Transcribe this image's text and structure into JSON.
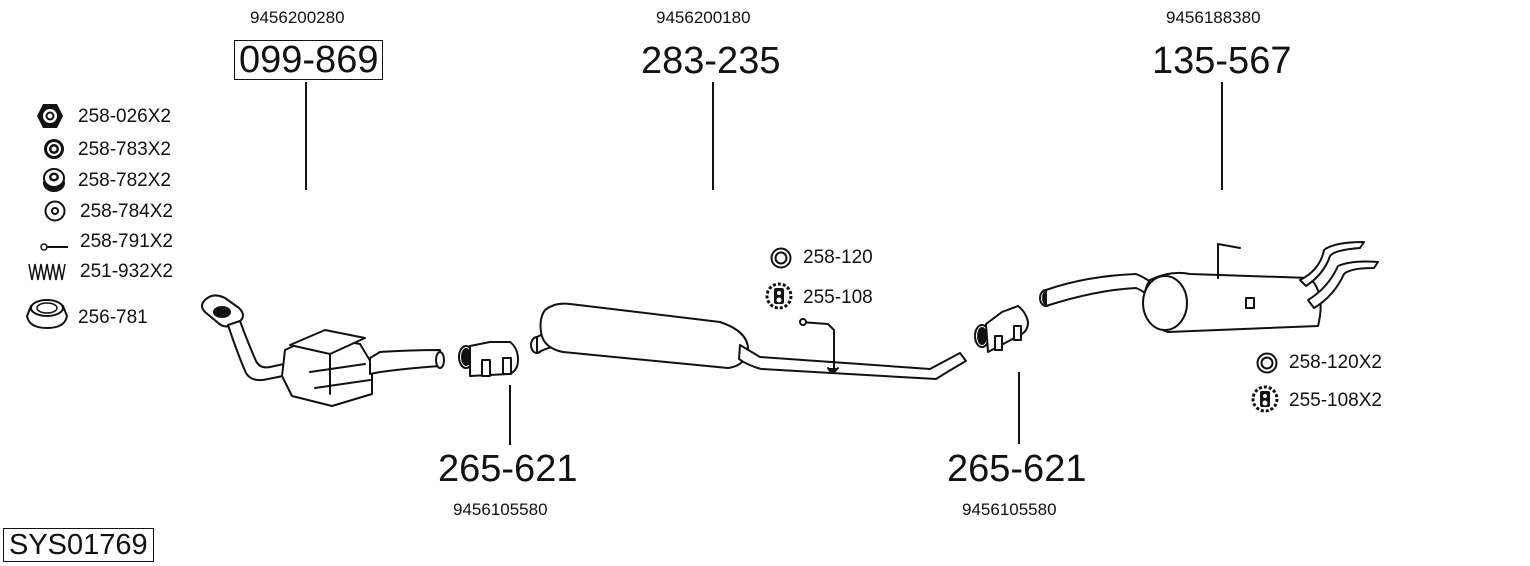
{
  "diagram_id": "SYS01769",
  "main_parts": [
    {
      "part_no": "099-869",
      "oem_no": "9456200280",
      "boxed": true,
      "description": "catalytic converter"
    },
    {
      "part_no": "283-235",
      "oem_no": "9456200180",
      "boxed": false,
      "description": "middle silencer"
    },
    {
      "part_no": "135-567",
      "oem_no": "9456188380",
      "boxed": false,
      "description": "rear silencer"
    },
    {
      "part_no": "265-621",
      "oem_no": "9456105580",
      "boxed": false,
      "description": "pipe connector clamp 1"
    },
    {
      "part_no": "265-621",
      "oem_no": "9456105580",
      "boxed": false,
      "description": "pipe connector clamp 2"
    }
  ],
  "fitting_kit": [
    {
      "icon": "hex-nut-icon",
      "label": "258-026X2"
    },
    {
      "icon": "washer-icon",
      "label": "258-783X2"
    },
    {
      "icon": "stacked-washer-icon",
      "label": "258-782X2"
    },
    {
      "icon": "ring-washer-icon",
      "label": "258-784X2"
    },
    {
      "icon": "bolt-icon",
      "label": "258-791X2"
    },
    {
      "icon": "spring-icon",
      "label": "251-932X2"
    },
    {
      "icon": "gasket-ring-icon",
      "label": "256-781"
    }
  ],
  "middle_accessories": [
    {
      "icon": "rubber-ring-icon",
      "label": "258-120"
    },
    {
      "icon": "rubber-mount-icon",
      "label": "255-108"
    }
  ],
  "rear_accessories": [
    {
      "icon": "rubber-ring-icon",
      "label": "258-120X2"
    },
    {
      "icon": "rubber-mount-icon",
      "label": "255-108X2"
    }
  ]
}
